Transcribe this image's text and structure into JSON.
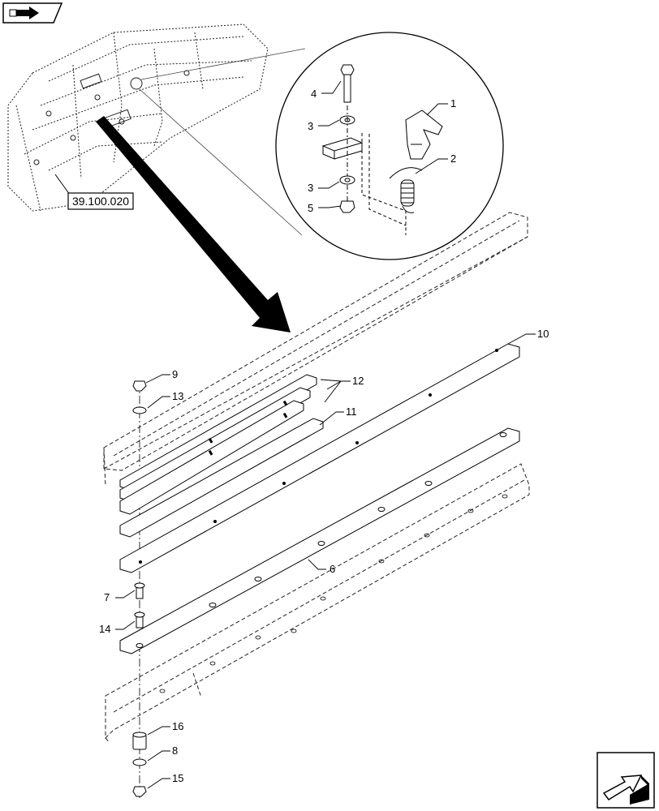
{
  "diagram": {
    "reference_box": "39.100.020",
    "callouts": [
      {
        "id": "1",
        "text": "1"
      },
      {
        "id": "2",
        "text": "2"
      },
      {
        "id": "3a",
        "text": "3"
      },
      {
        "id": "3b",
        "text": "3"
      },
      {
        "id": "4",
        "text": "4"
      },
      {
        "id": "5",
        "text": "5"
      },
      {
        "id": "6",
        "text": "6"
      },
      {
        "id": "7",
        "text": "7"
      },
      {
        "id": "8",
        "text": "8"
      },
      {
        "id": "9",
        "text": "9"
      },
      {
        "id": "10",
        "text": "10"
      },
      {
        "id": "11",
        "text": "11"
      },
      {
        "id": "12",
        "text": "12"
      },
      {
        "id": "13",
        "text": "13"
      },
      {
        "id": "14",
        "text": "14"
      },
      {
        "id": "15",
        "text": "15"
      },
      {
        "id": "16",
        "text": "16"
      }
    ]
  },
  "nav": {
    "back_icon": "back-arrow-icon",
    "forward_icon": "forward-arrow-icon"
  }
}
